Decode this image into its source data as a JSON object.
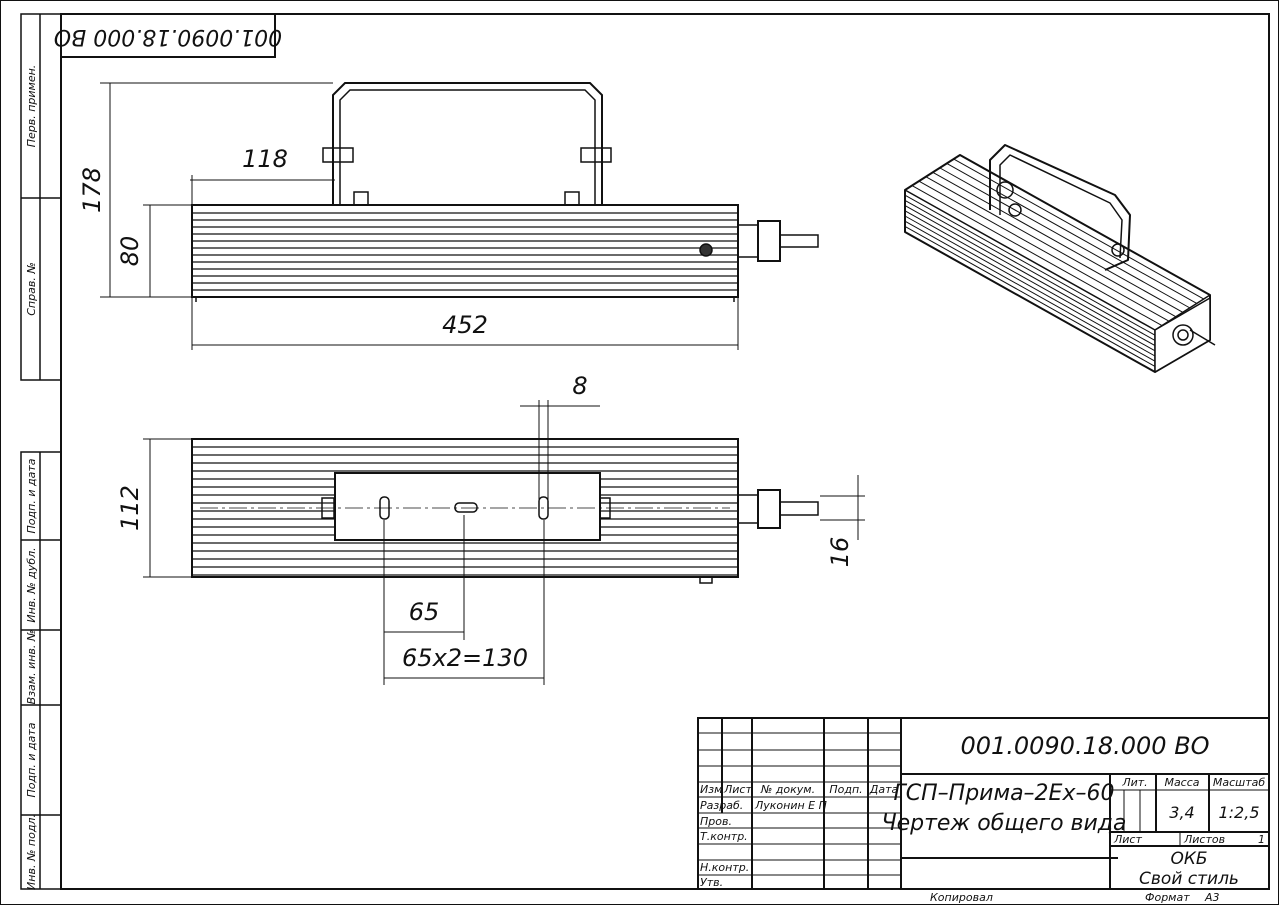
{
  "document_number": "001.0090.18.000 ВО",
  "stamp_rotated": "001.0090.18.000 ВО",
  "side_labels": [
    "Перв. примен.",
    "Справ. №",
    "Подп. и дата",
    "Инв. № дубл.",
    "Взам. инв. №",
    "Подп. и дата",
    "Инв. № подл."
  ],
  "dimensions": {
    "front": {
      "bracket_offset": "118",
      "total_height": "178",
      "body_height": "80",
      "length": "452"
    },
    "top": {
      "slot_width": "8",
      "body_width": "112",
      "gland": "16",
      "pitch": "65",
      "total_pitch": "65x2=130"
    }
  },
  "title_block": {
    "headers": {
      "izm": "Изм",
      "list": "Лист",
      "doc_no": "№ докум.",
      "sign": "Подп.",
      "date": "Дата"
    },
    "roles": [
      {
        "role": "Разраб.",
        "name": "Луконин Е П"
      },
      {
        "role": "Пров.",
        "name": ""
      },
      {
        "role": "Т.контр.",
        "name": ""
      },
      {
        "role": "Н.контр.",
        "name": ""
      },
      {
        "role": "Утв.",
        "name": ""
      }
    ],
    "product_name": "ГСП–Прима–2Ex–60",
    "drawing_type": "Чертеж общего вида",
    "lit_label": "Лит.",
    "mass_label": "Масса",
    "scale_label": "Масштаб",
    "mass": "3,4",
    "scale": "1:2,5",
    "sheet_label": "Лист",
    "sheets_label": "Листов",
    "sheets": "1",
    "org_line1": "ОКБ",
    "org_line2": "Свой стиль",
    "copied": "Копировал",
    "format_label": "Формат",
    "format": "А3"
  }
}
